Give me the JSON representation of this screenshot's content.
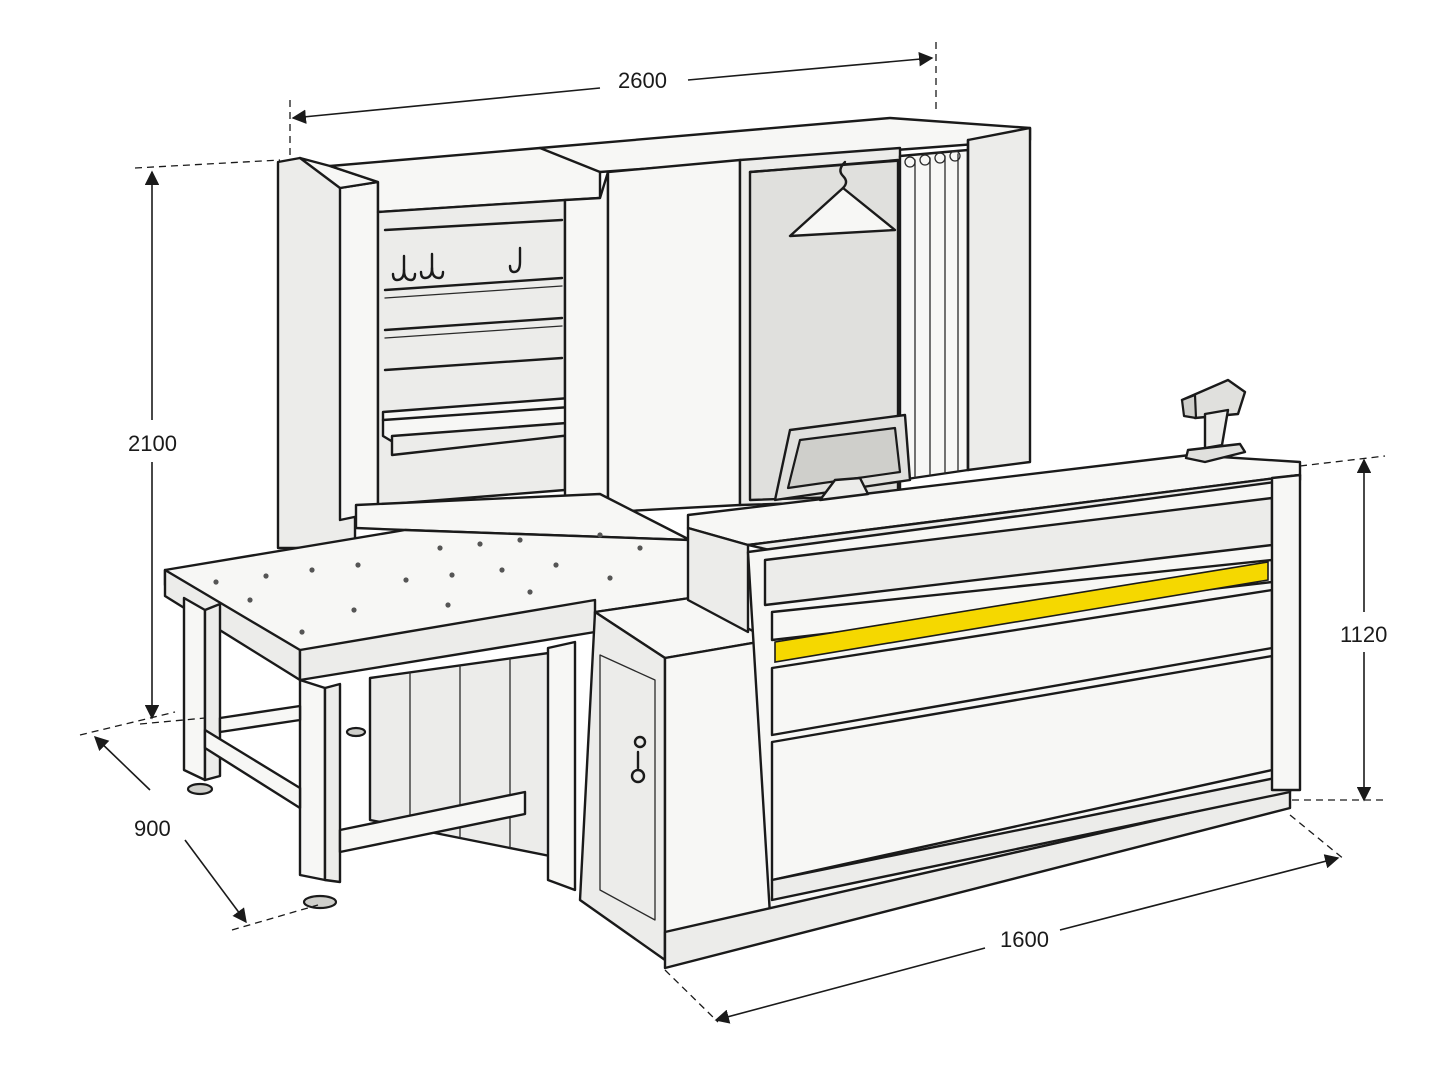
{
  "dimensions": {
    "overall_width": "2600",
    "height": "2100",
    "depth": "900",
    "counter_length": "1600",
    "counter_height": "1120"
  },
  "colors": {
    "accent_stripe": "#f5d800",
    "line": "#1a1a1a",
    "background": "#ffffff"
  },
  "icons": [
    "coat-hook-icon",
    "hanger-icon",
    "barcode-scanner-icon",
    "monitor-icon",
    "lock-icon"
  ]
}
